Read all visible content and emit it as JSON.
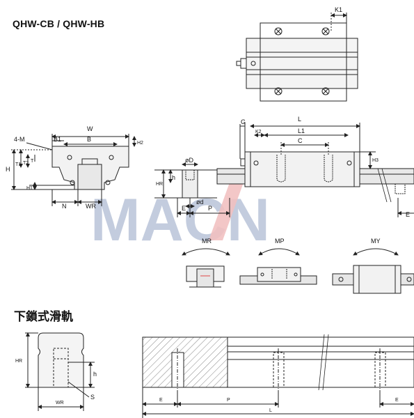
{
  "page": {
    "title": "QHW-CB / QHW-HB",
    "subtitle": "下鎖式滑軌"
  },
  "watermark": {
    "text": "MACN",
    "color_main": "#2a4a8a",
    "color_accent": "#cc2222"
  },
  "labels": {
    "K1": "K1",
    "W": "W",
    "B": "B",
    "B1": "B1",
    "four_m": "4-M",
    "H": "H",
    "T1": "T1",
    "T2": "T2",
    "T": "T",
    "H1": "H1",
    "H2": "H2",
    "N": "N",
    "WR": "WR",
    "phiD": "øD",
    "phid": "ød",
    "HR": "HR",
    "h": "h",
    "E": "E",
    "P": "P",
    "G": "G",
    "L": "L",
    "K2": "K2",
    "L1": "L1",
    "C": "C",
    "H3": "H3",
    "MR": "MR",
    "MP": "MP",
    "MY": "MY",
    "S": "S",
    "HR2": "HR",
    "h2": "h",
    "WR2": "WR",
    "E2": "E",
    "P2": "P",
    "L2": "L",
    "E3": "E"
  },
  "colors": {
    "line": "#222222",
    "fill_block": "#f2f2f2",
    "fill_rail": "#e6e6e6",
    "hatch": "#555555"
  }
}
